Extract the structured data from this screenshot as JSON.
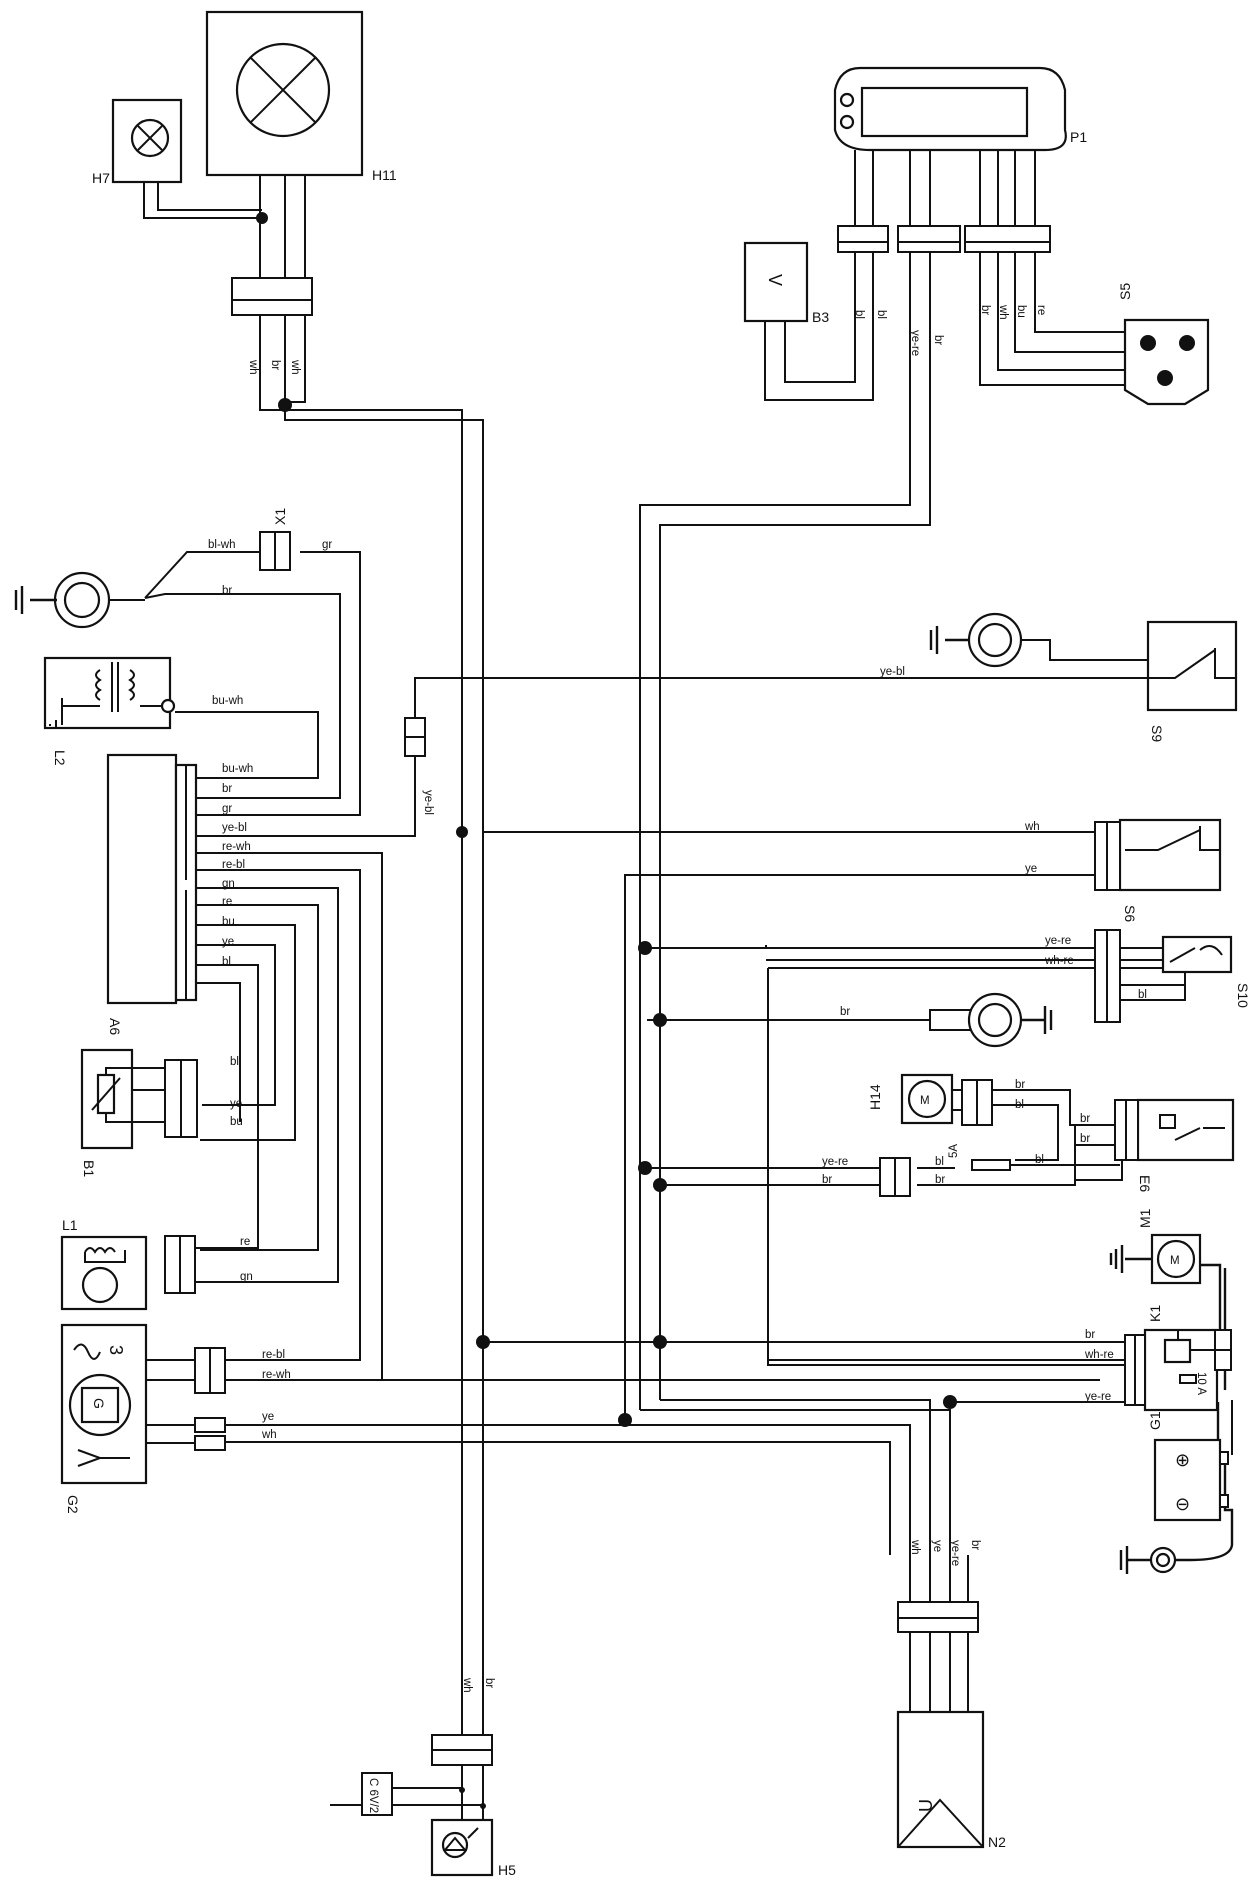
{
  "components": {
    "H7": "H7",
    "H11": "H11",
    "B3": "B3",
    "P1": "P1",
    "S5": "S5",
    "X1": "X1",
    "L2": "L2",
    "A6": "A6",
    "S9": "S9",
    "S6": "S6",
    "S10": "S10",
    "H14": "H14",
    "E6": "E6",
    "B1": "B1",
    "L1": "L1",
    "M1": "M1",
    "K1": "K1",
    "G1": "G1",
    "G2": "G2",
    "N2": "N2",
    "H5": "H5"
  },
  "wires": {
    "wh": "wh",
    "br": "br",
    "bl": "bl",
    "ye_re": "ye-re",
    "bu": "bu",
    "re": "re",
    "bl_wh": "bl-wh",
    "gr": "gr",
    "bu_wh": "bu-wh",
    "ye_bl": "ye-bl",
    "re_wh": "re-wh",
    "re_bl": "re-bl",
    "gn": "gn",
    "ye": "ye",
    "wh_re": "wh-re"
  },
  "symbols": {
    "fuse_5a": "5A",
    "fuse_10a": "10 A",
    "capacitor_rating": "C 6V/2",
    "gen_phase": "3",
    "gen_g": "G",
    "battery_plus": "⊕",
    "battery_minus": "⊖",
    "motor_m": "M",
    "meter_v": "V",
    "cdi_u": "U"
  }
}
